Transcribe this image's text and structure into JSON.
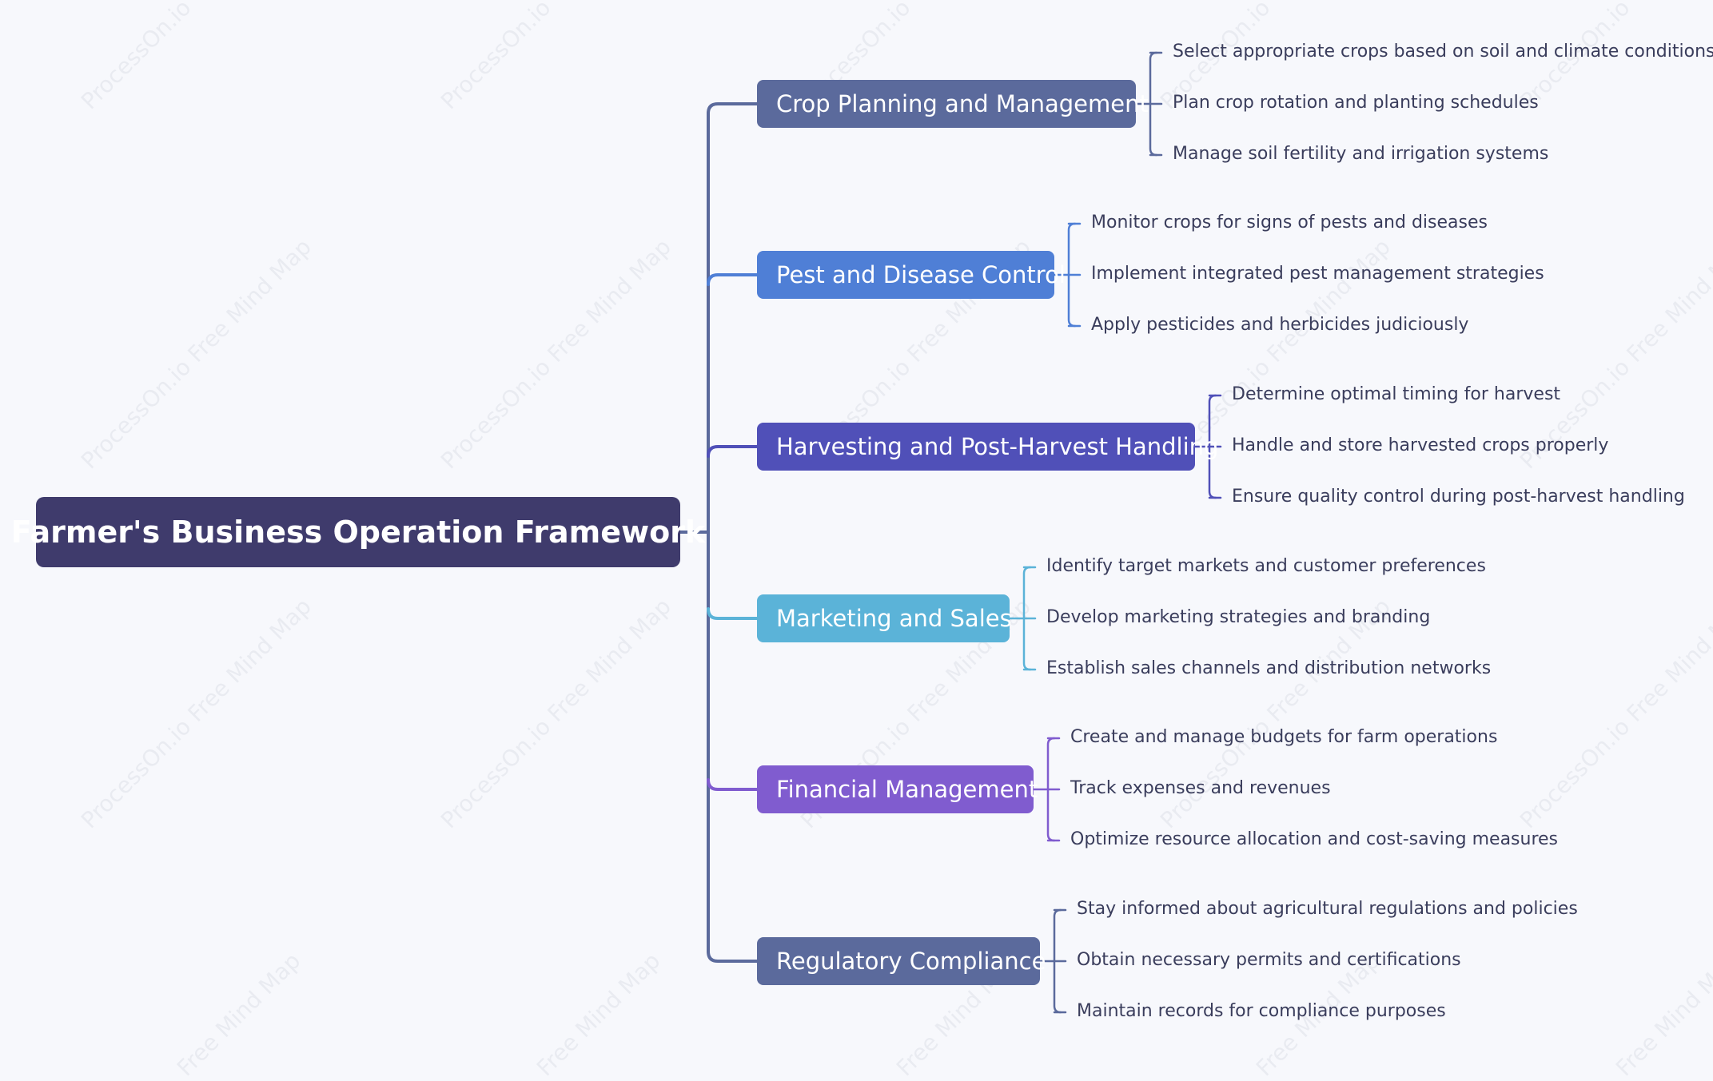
{
  "watermark": {
    "short": "ProcessOn.io",
    "long": "ProcessOn.io Free Mind Map",
    "tail": "Free Mind Map"
  },
  "root": {
    "label": "Farmer's Business Operation Framework",
    "color": "#3f3b6c"
  },
  "branches": [
    {
      "label": "Crop Planning and Management",
      "color": "#5b6a9c",
      "children": [
        "Select appropriate crops based on soil and climate conditions",
        "Plan crop rotation and planting schedules",
        "Manage soil fertility and irrigation systems"
      ]
    },
    {
      "label": "Pest and Disease Control",
      "color": "#4f7fd6",
      "children": [
        "Monitor crops for signs of pests and diseases",
        "Implement integrated pest management strategies",
        "Apply pesticides and herbicides judiciously"
      ]
    },
    {
      "label": "Harvesting and Post-Harvest Handling",
      "color": "#5050b8",
      "children": [
        "Determine optimal timing for harvest",
        "Handle and store harvested crops properly",
        "Ensure quality control during post-harvest handling"
      ]
    },
    {
      "label": "Marketing and Sales",
      "color": "#5bb3d8",
      "children": [
        "Identify target markets and customer preferences",
        "Develop marketing strategies and branding",
        "Establish sales channels and distribution networks"
      ]
    },
    {
      "label": "Financial Management",
      "color": "#805ccf",
      "children": [
        "Create and manage budgets for farm operations",
        "Track expenses and revenues",
        "Optimize resource allocation and cost-saving measures"
      ]
    },
    {
      "label": "Regulatory Compliance",
      "color": "#5b6a9c",
      "children": [
        "Stay informed about agricultural regulations and policies",
        "Obtain necessary permits and certifications",
        "Maintain records for compliance purposes"
      ]
    }
  ]
}
